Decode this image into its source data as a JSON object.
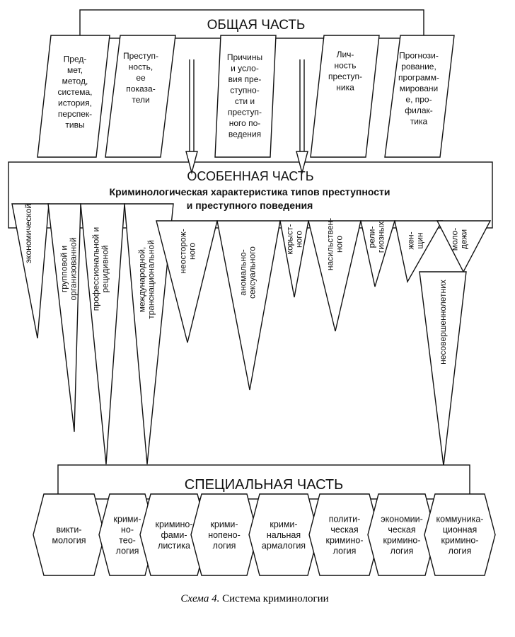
{
  "general_part": {
    "title": "ОБЩАЯ ЧАСТЬ",
    "items": [
      [
        "Пред-",
        "мет,",
        "метод,",
        "система,",
        "история,",
        "перспек-",
        "тивы"
      ],
      [
        "Преступ-",
        "ность,",
        "ее",
        "показа-",
        "тели"
      ],
      [
        "Причины",
        "и усло-",
        "вия пре-",
        "ступно-",
        "сти и",
        "преступ-",
        "ного по-",
        "ведения"
      ],
      [
        "Лич-",
        "ность",
        "преступ-",
        "ника"
      ],
      [
        "Прогнози-",
        "рование,",
        "программ-",
        "мировани",
        "е, про-",
        "филак-",
        "тика"
      ]
    ]
  },
  "special_part_top": {
    "title": "ОСОБЕННАЯ ЧАСТЬ",
    "subtitle_line1": "Криминологическая характеристика типов преступности",
    "subtitle_line2": "и преступного поведения"
  },
  "crime_types": [
    [
      "экономической"
    ],
    [
      "групповой и",
      "организованной"
    ],
    [
      "профессиональной и",
      "рецидивной"
    ],
    [
      "международной,",
      "транснациональной"
    ],
    [
      "неосторож-",
      "ного"
    ],
    [
      "аномально-",
      "сексуального"
    ],
    [
      "корыст-",
      "ного"
    ],
    [
      "насильствен-",
      "ного"
    ],
    [
      "рели-",
      "гиозных"
    ],
    [
      "жен-",
      "щин"
    ],
    [
      "моло-",
      "дежи"
    ],
    [
      "несовершеннолетних"
    ]
  ],
  "special_part_bottom": {
    "title": "СПЕЦИАЛЬНАЯ ЧАСТЬ",
    "branches": [
      [
        "викти-",
        "мология"
      ],
      [
        "крими-",
        "но-",
        "тео-",
        "логия"
      ],
      [
        "кримино-",
        "фами-",
        "листика"
      ],
      [
        "крими-",
        "нопено-",
        "логия"
      ],
      [
        "крими-",
        "нальная",
        "армалогия"
      ],
      [
        "полити-",
        "ческая",
        "кримино-",
        "логия"
      ],
      [
        "экономии-",
        "ческая",
        "кримино-",
        "логия"
      ],
      [
        "коммуника-",
        "ционная",
        "кримино-",
        "логия"
      ]
    ]
  },
  "caption": {
    "label": "Схема 4.",
    "text": " Система криминологии"
  }
}
